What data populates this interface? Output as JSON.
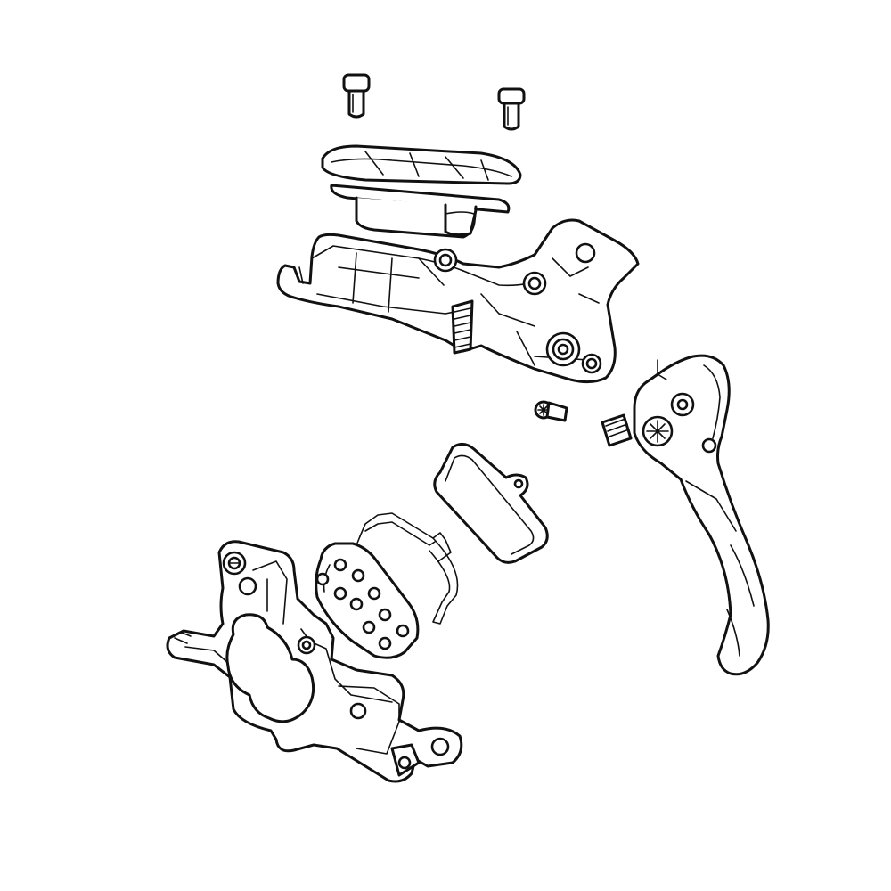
{
  "diagram": {
    "colors": {
      "line": "#111111",
      "background": "#ffffff"
    },
    "parts": [
      "screw",
      "reservoir-cap",
      "diaphragm",
      "master-cylinder-body",
      "pivot-bolt",
      "brake-lever-blade",
      "brake-pad",
      "pad-spring",
      "brake-pad",
      "brake-caliper"
    ]
  }
}
